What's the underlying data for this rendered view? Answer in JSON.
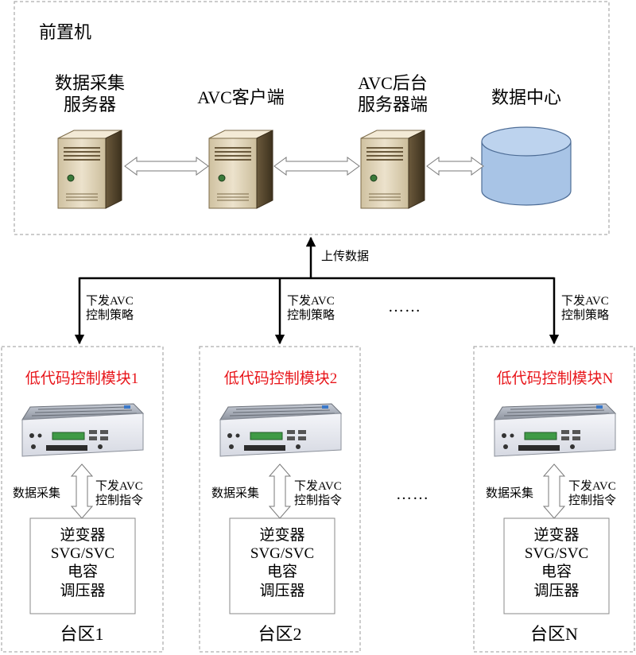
{
  "front_unit": {
    "title": "前置机",
    "nodes": [
      {
        "id": "collector",
        "label": "数据采集\n服务器"
      },
      {
        "id": "avc-client",
        "label": "AVC客户端"
      },
      {
        "id": "avc-backend",
        "label": "AVC后台\n服务器端"
      },
      {
        "id": "data-center",
        "label": "数据中心"
      }
    ]
  },
  "upload_label": "上传数据",
  "dispatch_label": "下发AVC\n控制策略",
  "ellipsis": "……",
  "areas": [
    {
      "module": "低代码控制模块1",
      "area_name": "台区1"
    },
    {
      "module": "低代码控制模块2",
      "area_name": "台区2"
    },
    {
      "module": "低代码控制模块N",
      "area_name": "台区N"
    }
  ],
  "collect_label": "数据采集",
  "command_label": "下发AVC\n控制指令",
  "devices_text": "逆变器\nSVG/SVC\n电容\n调压器",
  "colors": {
    "module_title": "#e8161b",
    "database": "#a8c4e6",
    "server_body": "#ddd0b4",
    "link_arrow": "#ffffff"
  }
}
